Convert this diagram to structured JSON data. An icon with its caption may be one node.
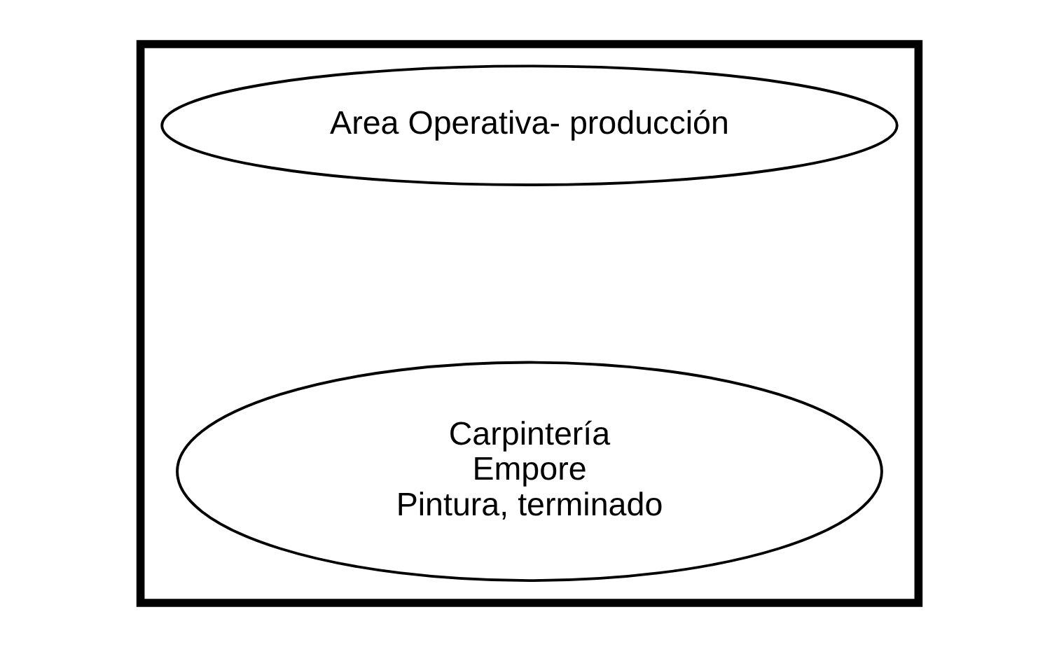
{
  "diagram": {
    "nodes": [
      {
        "text": [],
        "shape": "box"
      },
      {
        "text": [
          "Area Operativa- producción"
        ],
        "in": 0
      },
      {
        "text": [
          "Carpintería",
          "Empore",
          "Pintura, terminado"
        ],
        "in": 0
      }
    ]
  }
}
